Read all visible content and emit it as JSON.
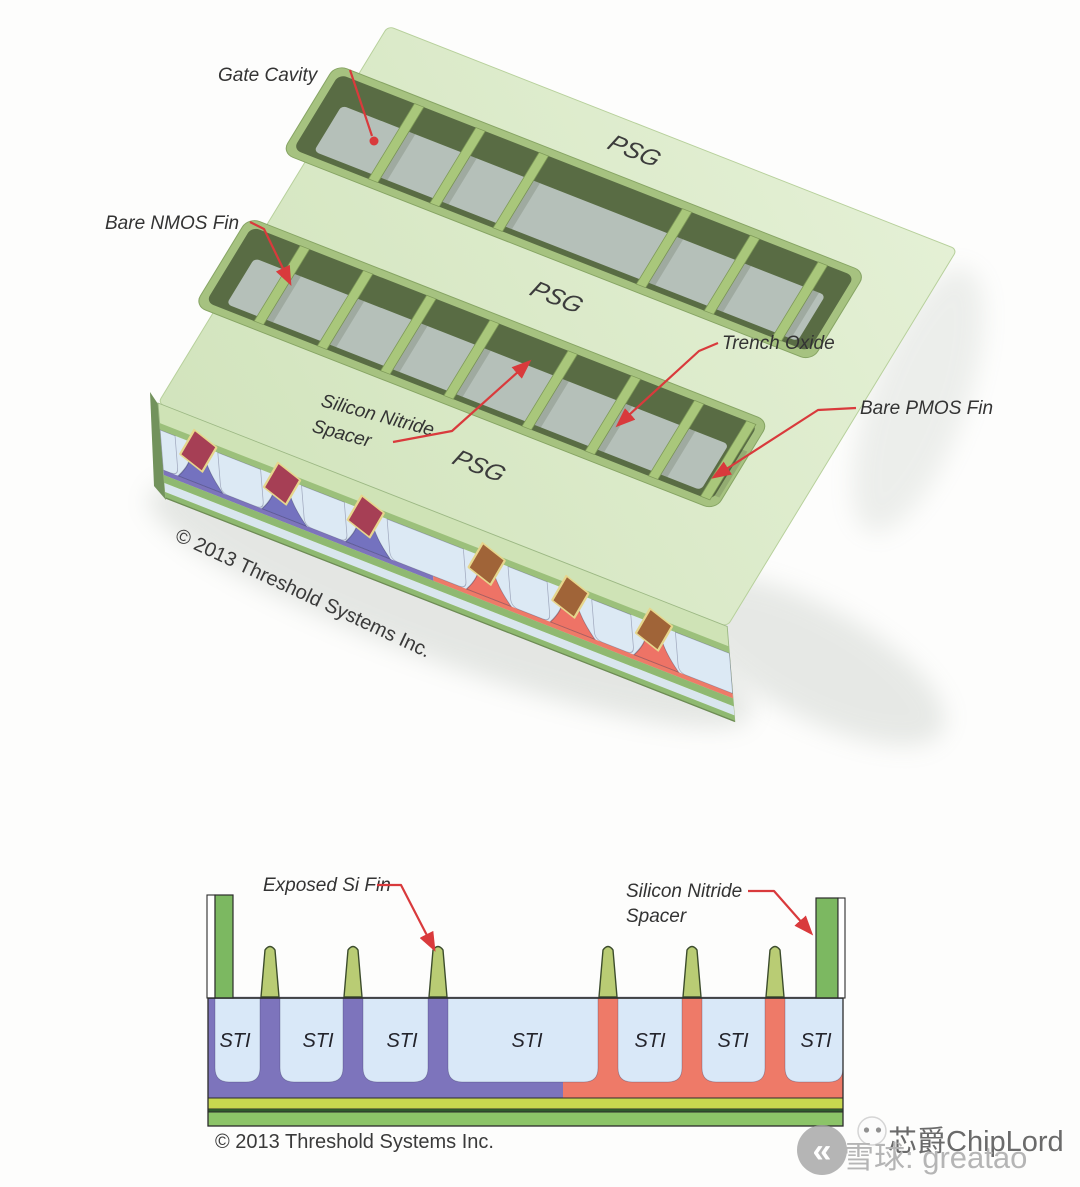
{
  "top_diagram": {
    "labels": {
      "gate_cavity": "Gate Cavity",
      "bare_nmos_fin": "Bare NMOS Fin",
      "silicon_nitride_line1": "Silicon Nitride",
      "silicon_nitride_line2": "Spacer",
      "trench_oxide": "Trench Oxide",
      "bare_pmos_fin": "Bare PMOS Fin",
      "psg_top": "PSG",
      "psg_middle": "PSG",
      "psg_bottom": "PSG"
    },
    "copyright": "© 2013 Threshold Systems Inc.",
    "colors": {
      "slab_top": "#d8e8c4",
      "trench_rim": "#a6c280",
      "trench_wall": "#596c44",
      "trench_floor": "#b5c0b9",
      "fin": "#a9c77b",
      "psg_front": "#cfe3b6",
      "oxide_blue": "#dce9f4",
      "nmos_stem": "#7472bf",
      "nmos_fin_head": "#a63f55",
      "pmos_stem": "#ee7366",
      "pmos_fin_head": "#a06438",
      "leader_red": "#d93a3c"
    }
  },
  "bottom_diagram": {
    "labels": {
      "exposed_si_fin": "Exposed Si Fin",
      "silicon_nitride_line1": "Silicon Nitride",
      "silicon_nitride_line2": "Spacer",
      "sti": [
        "STI",
        "STI",
        "STI",
        "STI",
        "STI",
        "STI",
        "STI"
      ]
    },
    "copyright": "© 2013 Threshold Systems Inc.",
    "colors": {
      "sti_blue": "#d9e8f8",
      "si_fin": "#b9cc74",
      "nmos_purple": "#7d74bc",
      "pmos_red": "#ee7a68",
      "spacer_green": "#7cb861",
      "layer_yellow_green": "#c8d84f",
      "layer_green": "#8cc468"
    }
  },
  "watermark": {
    "brand": "芯爵ChipLord",
    "account": "雪球: greatao"
  }
}
